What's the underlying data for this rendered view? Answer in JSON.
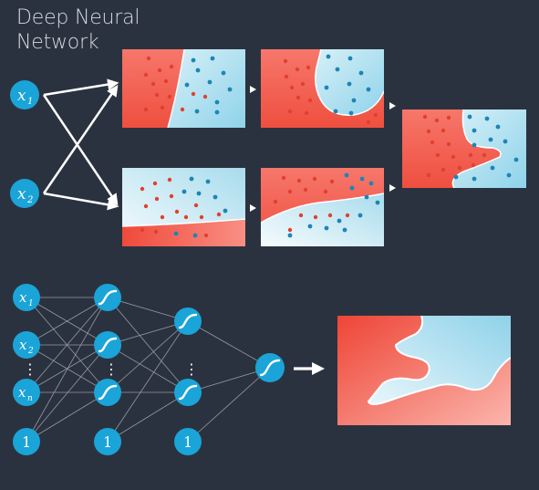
{
  "title": {
    "line1": "Deep Neural",
    "line2": "Network"
  },
  "top_inputs": {
    "x1": {
      "main": "x",
      "sub": "1"
    },
    "x2": {
      "main": "x",
      "sub": "2"
    }
  },
  "bottom_network": {
    "inputs": [
      {
        "main": "x",
        "sub": "1"
      },
      {
        "main": "x",
        "sub": "2"
      },
      {
        "main": "x",
        "sub": "n"
      }
    ],
    "bias_label": "1",
    "ellipsis": "⋮"
  },
  "colors": {
    "background": "#2b323f",
    "node_blue": "#1aa4d8",
    "red": "#ef4f3f",
    "light_blue": "#a7dcee",
    "red_dot": "#e1402f",
    "blue_dot": "#1b86b6"
  },
  "icons": {
    "sigmoid": "sigmoid-curve-icon",
    "arrow": "right-arrow-icon",
    "arrowhead": "triangle-arrowhead-icon"
  }
}
